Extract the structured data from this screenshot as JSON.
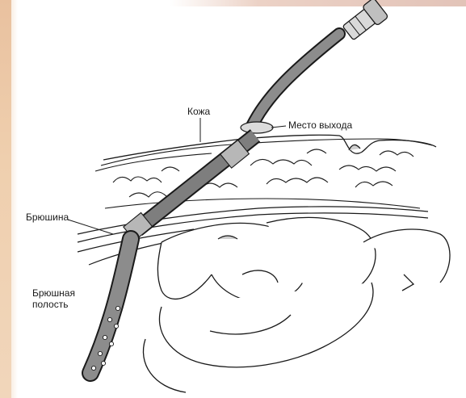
{
  "labels": {
    "skin": "Кожа",
    "exit_site": "Место выхода",
    "peritoneum": "Брюшина",
    "cavity_line1": "Брюшная",
    "cavity_line2": "полость"
  },
  "colors": {
    "ink": "#1a1a1a",
    "catheter": "#8c8c8c",
    "catheter_dark": "#5e5e5e",
    "cuff": "#bdbdbd",
    "tissue": "#f6f6f6",
    "background_edge": "#f2dcc4"
  }
}
